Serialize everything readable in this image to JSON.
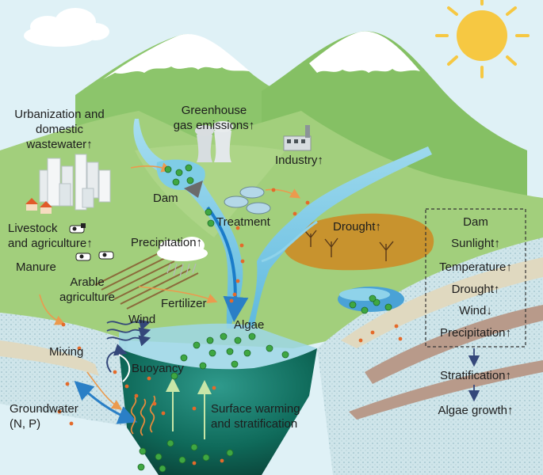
{
  "labels": {
    "urbanization": [
      "Urbanization and",
      "domestic",
      "wastewater↑"
    ],
    "greenhouse": [
      "Greenhouse",
      "gas emissions↑"
    ],
    "industry": "Industry↑",
    "dam": "Dam",
    "treatment": "Treatment",
    "drought": "Drought↑",
    "livestock": [
      "Livestock",
      "and agriculture↑"
    ],
    "precipitation": "Precipitation↑",
    "manure": "Manure",
    "arable": [
      "Arable",
      "agriculture"
    ],
    "fertilizer": "Fertilizer",
    "wind": "Wind",
    "algae": "Algae",
    "mixing": "Mixing",
    "buoyancy": "Buoyancy",
    "groundwater": [
      "Groundwater",
      "(N, P)"
    ],
    "surface_warming": [
      "Surface warming",
      "and stratification"
    ]
  },
  "factor_box": [
    "Dam",
    "Sunlight↑",
    "Temperature↑",
    "Drought↑",
    "Wind↓",
    "Precipitation↑"
  ],
  "outcomes": [
    "Stratification↑",
    "Algae growth↑"
  ],
  "colors": {
    "sky": "#dff1f6",
    "mountain_snow": "#ffffff",
    "mountain_green": "#8cc56b",
    "land_green": "#a2cf7c",
    "river": "#8fd3ea",
    "lake_deep": "#0b5d4f",
    "soil": "#c9c7b0",
    "sun": "#f6c842",
    "drought": "#c8932e",
    "algae": "#3fa742",
    "nutrient": "#e46a2a"
  }
}
